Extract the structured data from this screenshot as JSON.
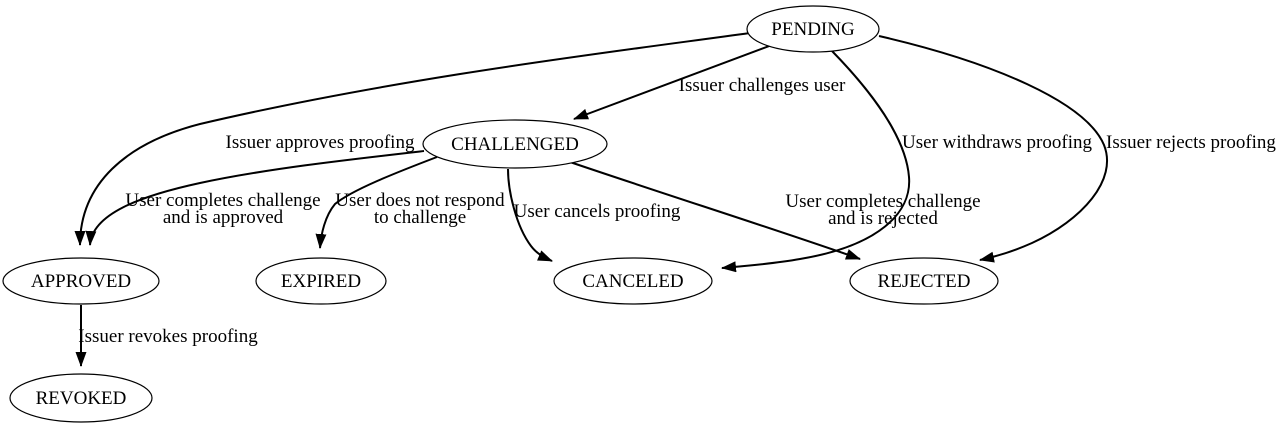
{
  "diagram": {
    "background_color": "#ffffff",
    "line_color": "#000000",
    "nodes": {
      "pending": {
        "label": "PENDING"
      },
      "challenged": {
        "label": "CHALLENGED"
      },
      "approved": {
        "label": "APPROVED"
      },
      "expired": {
        "label": "EXPIRED"
      },
      "canceled": {
        "label": "CANCELED"
      },
      "rejected": {
        "label": "REJECTED"
      },
      "revoked": {
        "label": "REVOKED"
      }
    },
    "edges": {
      "pending_challenged": {
        "from": "PENDING",
        "to": "CHALLENGED",
        "label": "Issuer challenges user"
      },
      "pending_approved": {
        "from": "PENDING",
        "to": "APPROVED",
        "label": "Issuer approves proofing"
      },
      "pending_canceled": {
        "from": "PENDING",
        "to": "CANCELED",
        "label": "User withdraws proofing"
      },
      "pending_rejected": {
        "from": "PENDING",
        "to": "REJECTED",
        "label": "Issuer rejects proofing"
      },
      "challenged_approved": {
        "from": "CHALLENGED",
        "to": "APPROVED",
        "label_lines": [
          "User completes challenge",
          "and is approved"
        ]
      },
      "challenged_expired": {
        "from": "CHALLENGED",
        "to": "EXPIRED",
        "label_lines": [
          "User does not respond",
          "to challenge"
        ]
      },
      "challenged_canceled": {
        "from": "CHALLENGED",
        "to": "CANCELED",
        "label": "User cancels proofing"
      },
      "challenged_rejected": {
        "from": "CHALLENGED",
        "to": "REJECTED",
        "label_lines": [
          "User completes challenge",
          "and is rejected"
        ]
      },
      "approved_revoked": {
        "from": "APPROVED",
        "to": "REVOKED",
        "label": "Issuer revokes proofing"
      }
    }
  }
}
